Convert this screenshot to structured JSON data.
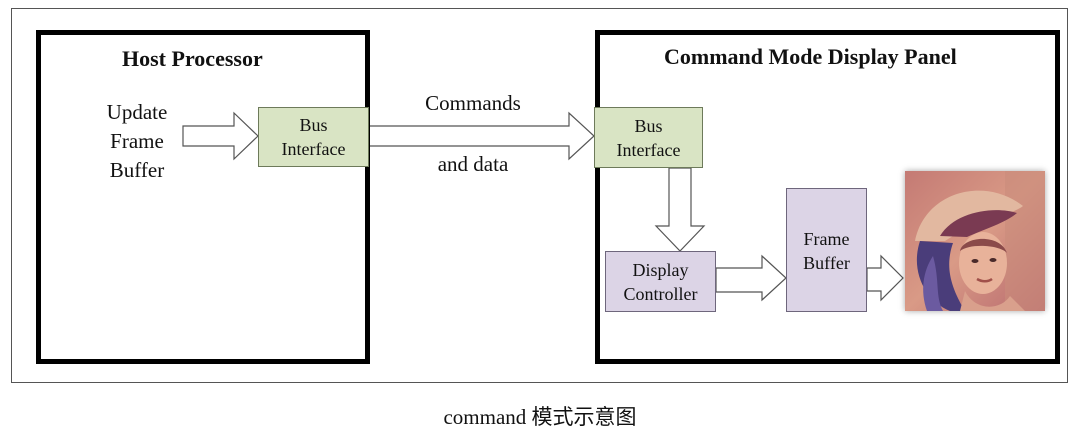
{
  "host": {
    "title": "Host Processor",
    "input_label_lines": [
      "Update",
      "Frame",
      "Buffer"
    ],
    "bus_interface_lines": [
      "Bus",
      "Interface"
    ]
  },
  "link": {
    "label_top": "Commands",
    "label_bottom": "and data"
  },
  "panel": {
    "title": "Command Mode Display Panel",
    "bus_interface_lines": [
      "Bus",
      "Interface"
    ],
    "display_controller_lines": [
      "Display",
      "Controller"
    ],
    "frame_buffer_lines": [
      "Frame",
      "Buffer"
    ]
  },
  "caption": "command 模式示意图",
  "colors": {
    "interface_fill": "#d9e4c4",
    "controller_fill": "#dcd4e6",
    "border": "#000000"
  },
  "icons": {
    "output_image": "portrait-photo"
  }
}
